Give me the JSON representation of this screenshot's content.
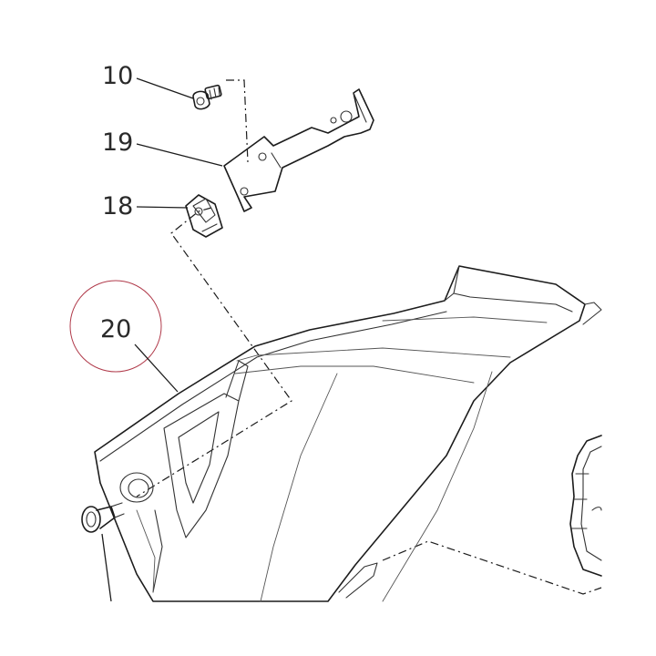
{
  "callouts": {
    "part_10": "10",
    "part_19": "19",
    "part_18": "18",
    "part_20": "20"
  },
  "colors": {
    "line": "#1c1c1c",
    "highlight_circle": "#b03a4a",
    "background": "#ffffff"
  }
}
